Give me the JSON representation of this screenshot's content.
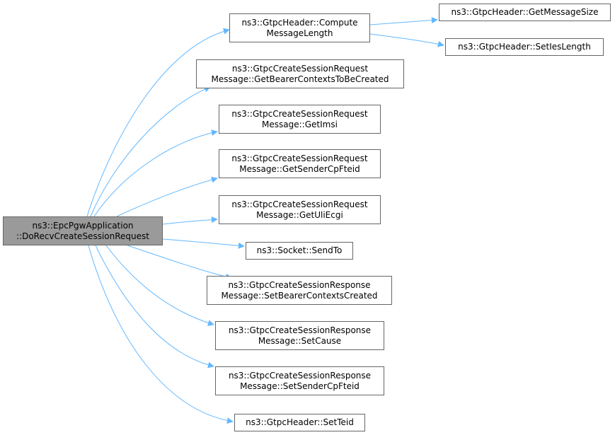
{
  "graph": {
    "edge_color": "#63b8ff",
    "root": {
      "line1": "ns3::EpcPgwApplication",
      "line2": "::DoRecvCreateSessionRequest"
    },
    "nodes": [
      {
        "id": "compute-message-length",
        "line1": "ns3::GtpcHeader::Compute",
        "line2": "MessageLength"
      },
      {
        "id": "get-message-size",
        "line1": "ns3::GtpcHeader::GetMessageSize",
        "line2": ""
      },
      {
        "id": "set-ies-length",
        "line1": "ns3::GtpcHeader::SetIesLength",
        "line2": ""
      },
      {
        "id": "get-bearer-contexts",
        "line1": "ns3::GtpcCreateSessionRequest",
        "line2": "Message::GetBearerContextsToBeCreated"
      },
      {
        "id": "get-imsi",
        "line1": "ns3::GtpcCreateSessionRequest",
        "line2": "Message::GetImsi"
      },
      {
        "id": "get-sender-cp-fteid",
        "line1": "ns3::GtpcCreateSessionRequest",
        "line2": "Message::GetSenderCpFteid"
      },
      {
        "id": "get-uli-ecgi",
        "line1": "ns3::GtpcCreateSessionRequest",
        "line2": "Message::GetUliEcgi"
      },
      {
        "id": "socket-send-to",
        "line1": "ns3::Socket::SendTo",
        "line2": ""
      },
      {
        "id": "set-bearer-contexts-created",
        "line1": "ns3::GtpcCreateSessionResponse",
        "line2": "Message::SetBearerContextsCreated"
      },
      {
        "id": "set-cause",
        "line1": "ns3::GtpcCreateSessionResponse",
        "line2": "Message::SetCause"
      },
      {
        "id": "set-sender-cp-fteid",
        "line1": "ns3::GtpcCreateSessionResponse",
        "line2": "Message::SetSenderCpFteid"
      },
      {
        "id": "set-teid",
        "line1": "ns3::GtpcHeader::SetTeid",
        "line2": ""
      }
    ],
    "edges": [
      {
        "from": "root",
        "to": "compute-message-length"
      },
      {
        "from": "root",
        "to": "get-bearer-contexts"
      },
      {
        "from": "root",
        "to": "get-imsi"
      },
      {
        "from": "root",
        "to": "get-sender-cp-fteid"
      },
      {
        "from": "root",
        "to": "get-uli-ecgi"
      },
      {
        "from": "root",
        "to": "socket-send-to"
      },
      {
        "from": "root",
        "to": "set-bearer-contexts-created"
      },
      {
        "from": "root",
        "to": "set-cause"
      },
      {
        "from": "root",
        "to": "set-sender-cp-fteid"
      },
      {
        "from": "root",
        "to": "set-teid"
      },
      {
        "from": "compute-message-length",
        "to": "get-message-size"
      },
      {
        "from": "compute-message-length",
        "to": "set-ies-length"
      }
    ]
  }
}
